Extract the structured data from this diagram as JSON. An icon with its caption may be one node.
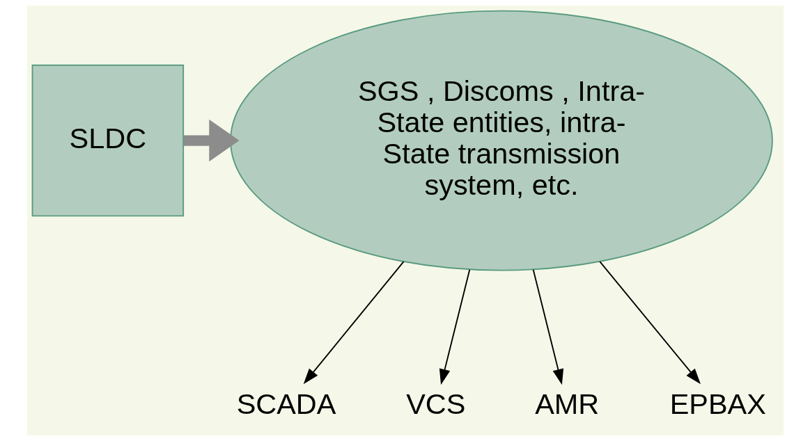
{
  "diagram": {
    "nodes": [
      {
        "text": [
          "SLDC"
        ]
      },
      {
        "text": [
          "SGS , Discoms , Intra- State entities, intra- State transmission system, etc."
        ]
      },
      {
        "text": [
          "SCADA"
        ]
      },
      {
        "text": [
          "VCS"
        ]
      },
      {
        "text": [
          "AMR"
        ]
      },
      {
        "text": [
          "EPBAX"
        ]
      }
    ],
    "edges": [
      {
        "from": 0,
        "to": 1,
        "arrow": "to",
        "style": "thick",
        "color": "#8c8c8c"
      },
      {
        "from": 1,
        "to": 2,
        "arrow": "to"
      },
      {
        "from": 1,
        "to": 3,
        "arrow": "to"
      },
      {
        "from": 1,
        "to": 4,
        "arrow": "to"
      },
      {
        "from": 1,
        "to": 5,
        "arrow": "to"
      }
    ]
  }
}
